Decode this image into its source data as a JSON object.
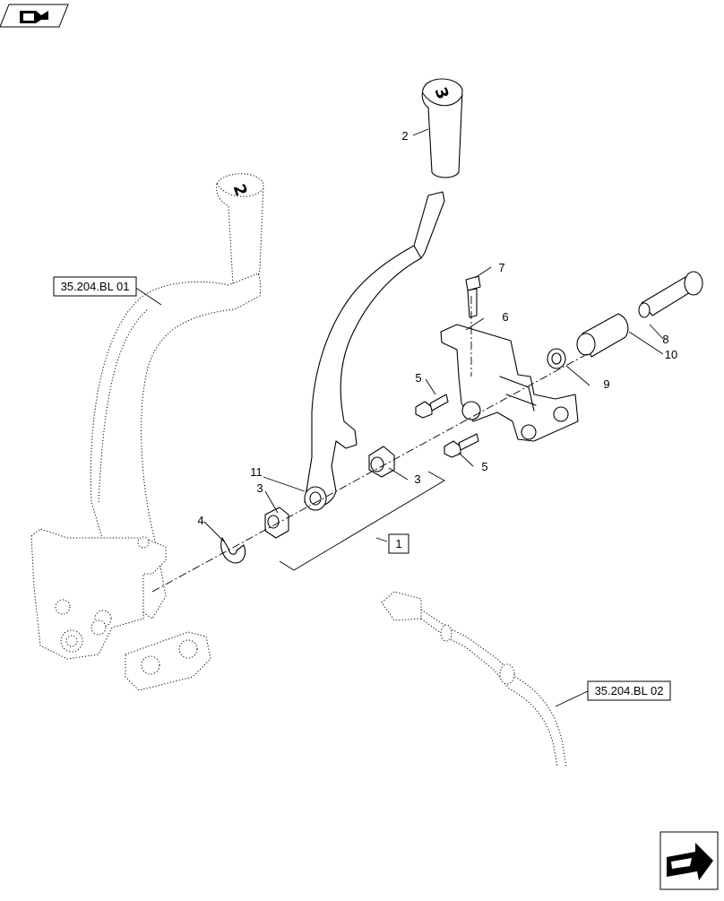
{
  "refs": {
    "ref_left": "35.204.BL 01",
    "ref_right": "35.204.BL 02",
    "group": "1"
  },
  "knobs": {
    "left_knob_number": "2",
    "right_knob_number": "3"
  },
  "callouts": {
    "c2": "2",
    "c3a": "3",
    "c3b": "3",
    "c4": "4",
    "c5a": "5",
    "c5b": "5",
    "c6": "6",
    "c7": "7",
    "c8": "8",
    "c9": "9",
    "c10": "10",
    "c11": "11"
  },
  "icons": {
    "top_left": "book-arrow-icon",
    "bottom_right": "next-page-arrow-icon"
  }
}
